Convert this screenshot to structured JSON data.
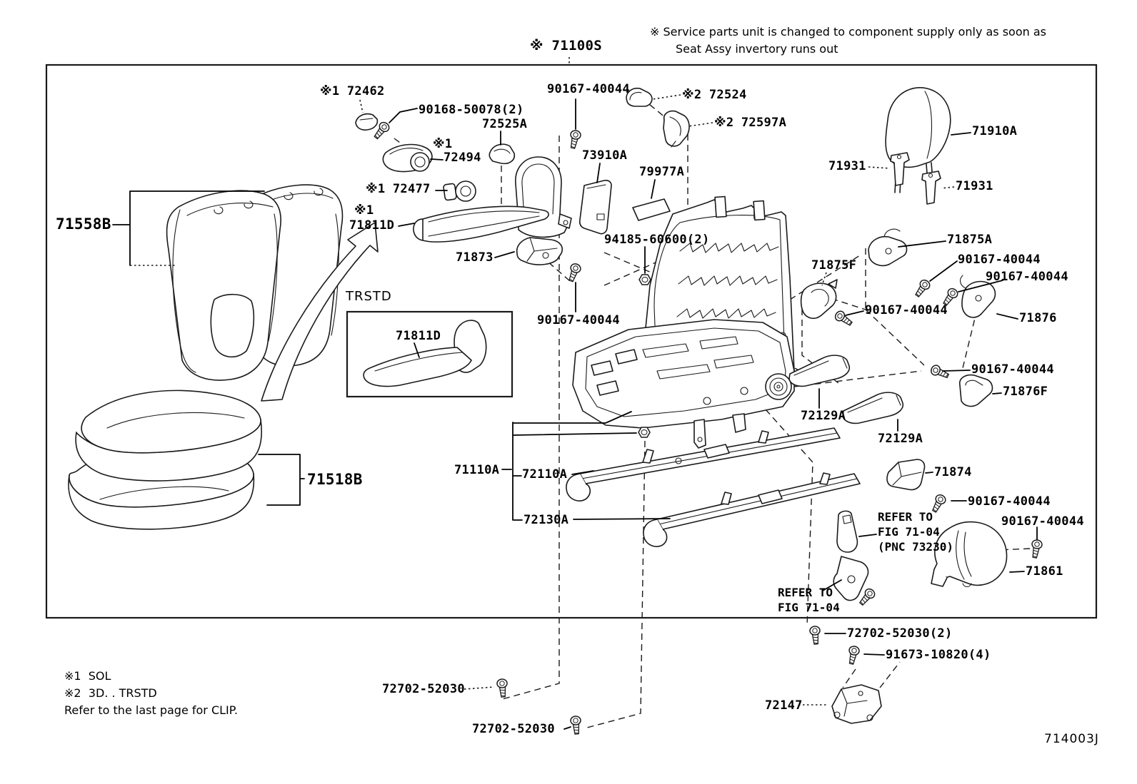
{
  "colors": {
    "ink": "#000000",
    "paper": "#ffffff"
  },
  "header": {
    "note_line1": "※ Service parts unit is changed to component supply only as soon as",
    "note_line2": "Seat Assy invertory runs out",
    "figure_label": "※ 71100S",
    "doc_number": "714003J"
  },
  "legend": {
    "line1": "※1  SOL",
    "line2": "※2  3D. . TRSTD",
    "line3": "Refer to the last page for CLIP."
  },
  "inset": {
    "caption": "TRSTD",
    "part_label": "71811D"
  },
  "refer_notes": {
    "pnc_block": "REFER TO\nFIG 71-04\n(PNC 73230)",
    "fig_block": "REFER TO\nFIG 71-04"
  },
  "labels": {
    "seat_back": "71558B",
    "seat_cushion": "71518B",
    "l72462": "※1 72462",
    "l90168_50078": "90168-50078(2)",
    "l72525a": "72525A",
    "mark1a": "※1",
    "l72494": "72494",
    "l90167_top": "90167-40044",
    "l72524": "※2 72524",
    "l72597a": "※2 72597A",
    "l73910a": "73910A",
    "l79977a": "79977A",
    "l72477": "※1 72477",
    "mark1b": "※1",
    "l71811d": "71811D",
    "l71873": "71873",
    "l94185_60600": "94185-60600(2)",
    "l71910a": "71910A",
    "l71931_left": "71931",
    "l71931_right": "71931",
    "l71875a": "71875A",
    "l90167_r1": "90167-40044",
    "l90167_r2": "90167-40044",
    "l71875f": "71875F",
    "l90167_r3": "90167-40044",
    "l71876": "71876",
    "l90167_mid": "90167-40044",
    "l90167_r4": "90167-40044",
    "l71876f": "71876F",
    "l72129a_1": "72129A",
    "l72129a_2": "72129A",
    "l71110a": "71110A",
    "l72110a": "72110A",
    "l72130a": "72130A",
    "l71874": "71874",
    "l90167_r5": "90167-40044",
    "l90167_r6": "90167-40044",
    "l71861": "71861",
    "l72702_52030_2": "72702-52030(2)",
    "l91673_10820": "91673-10820(4)",
    "l72147": "72147",
    "l72702_a": "72702-52030",
    "l72702_b": "72702-52030"
  }
}
